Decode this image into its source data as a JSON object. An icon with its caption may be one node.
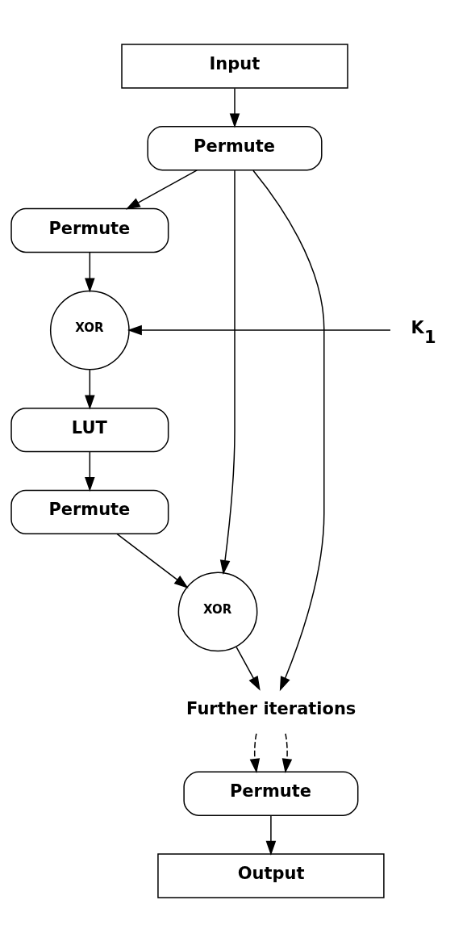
{
  "diagram": {
    "nodes": [
      {
        "text": [
          "Input"
        ]
      },
      {
        "text": [
          "Permute"
        ]
      },
      {
        "text": [
          "Permute"
        ]
      },
      {
        "text": [
          "K$_{1}$"
        ]
      },
      {
        "text": [
          "XOR"
        ]
      },
      {
        "text": [
          "LUT"
        ]
      },
      {
        "text": [
          "Permute"
        ]
      },
      {
        "text": [
          "XOR"
        ]
      },
      {
        "text": [
          "Further iterations"
        ]
      },
      {
        "text": [
          "Permute"
        ]
      },
      {
        "text": [
          "Output"
        ]
      }
    ],
    "edges": [
      {
        "from": 0,
        "to": 1,
        "arrow": "to"
      },
      {
        "from": 1,
        "to": 2,
        "arrow": "to"
      },
      {
        "from": 1,
        "to": 7,
        "arrow": "to"
      },
      {
        "from": 1,
        "to": 8,
        "arrow": "to"
      },
      {
        "from": 2,
        "to": 4,
        "arrow": "to"
      },
      {
        "from": 3,
        "to": 4,
        "arrow": "to"
      },
      {
        "from": 4,
        "to": 5,
        "arrow": "to"
      },
      {
        "from": 5,
        "to": 6,
        "arrow": "to"
      },
      {
        "from": 6,
        "to": 7,
        "arrow": "to"
      },
      {
        "from": 7,
        "to": 8,
        "arrow": "to"
      },
      {
        "from": 8,
        "to": 9,
        "arrow": "to",
        "style": "dashed"
      },
      {
        "from": 8,
        "to": 9,
        "arrow": "to",
        "style": "dashed"
      },
      {
        "from": 9,
        "to": 10,
        "arrow": "to"
      }
    ]
  }
}
